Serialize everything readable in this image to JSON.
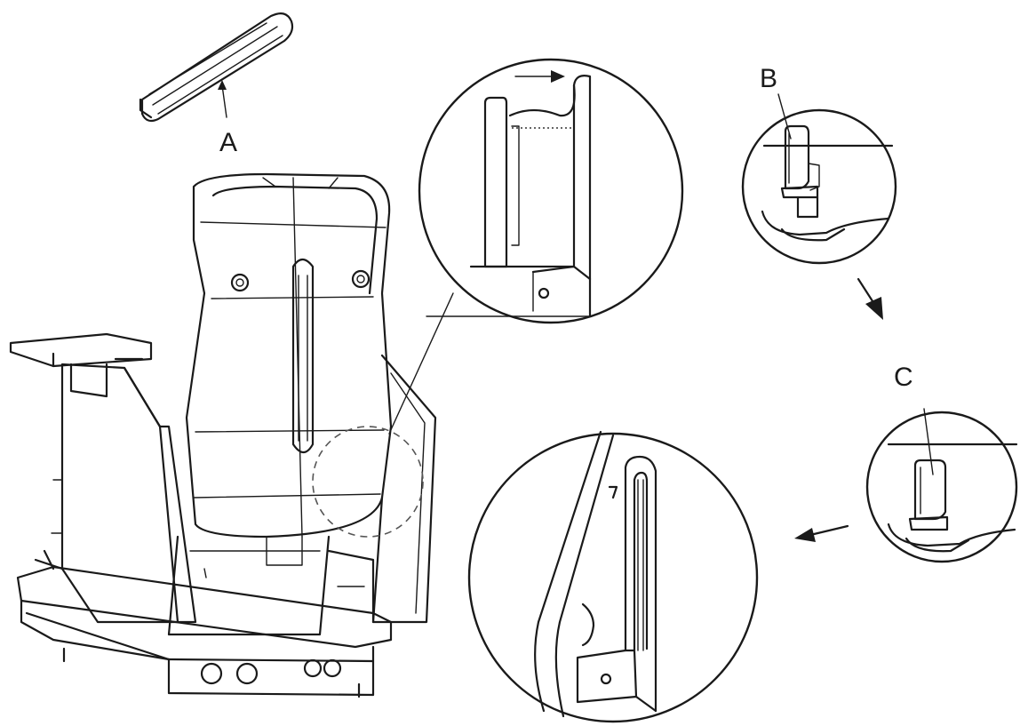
{
  "labels": {
    "a": "A",
    "b": "B",
    "c": "C"
  }
}
